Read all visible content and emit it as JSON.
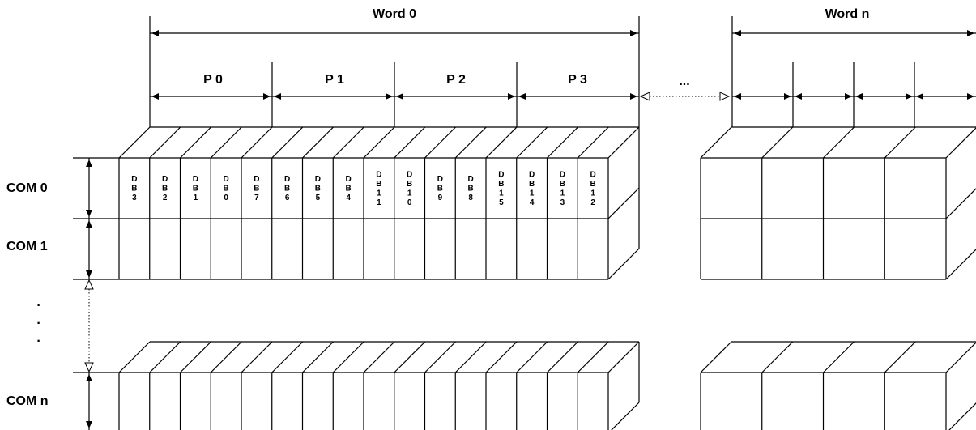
{
  "words": [
    {
      "label": "Word 0"
    },
    {
      "label": "Word n"
    }
  ],
  "pixel_groups": [
    {
      "label": "P 0"
    },
    {
      "label": "P 1"
    },
    {
      "label": "P 2"
    },
    {
      "label": "P 3"
    }
  ],
  "ellipsis": "...",
  "com_rows": [
    {
      "label": "COM 0"
    },
    {
      "label": "COM 1"
    },
    {
      "label": "COM n"
    }
  ],
  "vertical_ellipsis": [
    "·",
    "·",
    "·"
  ],
  "data_bits": [
    [
      "D",
      "B",
      "3"
    ],
    [
      "D",
      "B",
      "2"
    ],
    [
      "D",
      "B",
      "1"
    ],
    [
      "D",
      "B",
      "0"
    ],
    [
      "D",
      "B",
      "7"
    ],
    [
      "D",
      "B",
      "6"
    ],
    [
      "D",
      "B",
      "5"
    ],
    [
      "D",
      "B",
      "4"
    ],
    [
      "D",
      "B",
      "1",
      "1"
    ],
    [
      "D",
      "B",
      "1",
      "0"
    ],
    [
      "D",
      "B",
      "9"
    ],
    [
      "D",
      "B",
      "8"
    ],
    [
      "D",
      "B",
      "1",
      "5"
    ],
    [
      "D",
      "B",
      "1",
      "4"
    ],
    [
      "D",
      "B",
      "1",
      "3"
    ],
    [
      "D",
      "B",
      "1",
      "2"
    ]
  ]
}
